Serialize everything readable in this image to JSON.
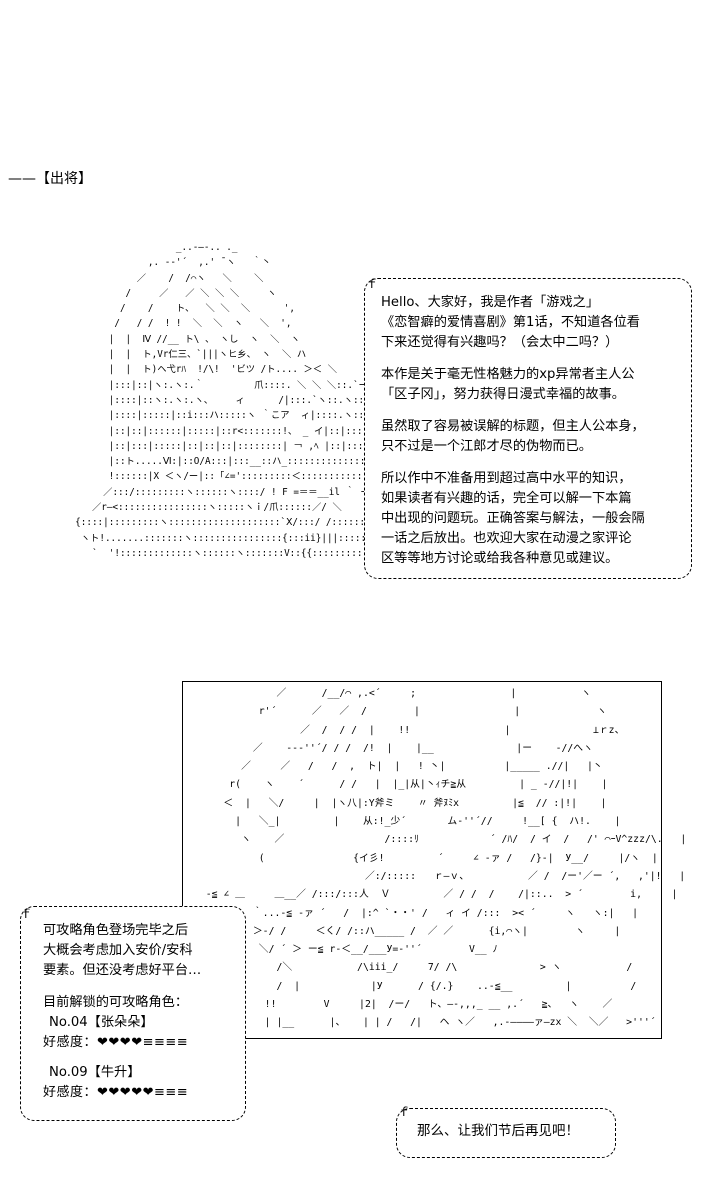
{
  "section_title": "——【出将】",
  "ascii_art": {
    "top_character": "                              _..-—-.. ._\n                         ,. -‐'´  ,.' ̄ ヽ   ｀丶\n                       ／    /  /⌒ヽ   ＼    ＼\n                     /     ／   ／ ＼ ＼ ＼     ヽ\n                    /    /    ト、  ＼ ＼  ＼      ',\n                   /   / /  ! !  ＼  ＼  ヽ   ＼  ',\n                  |  |  Ⅳ //__ ト\\ 、 ヽし  ヽ  ＼  ヽ\n                  |  |  ト,Vr仁三、`|||ヽヒ乡、 ヽ  ＼ ハ\n                  |  |  ト)ヘ弋rﾊ  !/\\!  'ビツ /ト.... ＞＜ ＼\n                  |:::|::|ヽ:.ヽ:.｀         爪::::. ＼ ＼ ＼::.`ー---- |\n                  |::::|::ヽ:.ヽ:.ヽ、    ィ      /|:::.`ヽ::.ヽ::.ヽ. ＼\n                  |::::|:::::|::i:::ハ:::::ヽ ｀こア  ィ|::::.ヽ:::.ヽ:::::ヽ  ＼ \\\n                  |::|::|::::::|:::::|::r<:::::::!、 _ イ|::|::::::ヽ::::.ヽ::::::ヽ:::ヽ二 \\\n                  |::|:::|:::::|::|::|::|::::::::| ￢ ,ﾍ |::|::::::ヽ:::::ヽ::::::ヽ:::::ヽ\n                  |::ト.....Ⅵ:|::O/A:::|:::__::ハ_:::::::::::::::::ヽ::::::ヽ::::::ヽ::::::ヽ\n                  !::::::|X ＜ヽ/ー|::「∠=':::::::::＜:::::::::::.＼::.ヽ.::::::.ヽ::::::ヽ::\n                 ／:::/:::::::::ヽ::::::ヽ::::/ ! F =＝＝__il ｀ ー- 、::.......ト:::::ヽ\n               ／r―<::::::::::::::::ヽ:::::ヽｉ/爪::::::／/ ＼      |:!:::ハ::::::|\n            {::::|:::::::::ヽ::::::::::::::::::::`Ⅹ/:::/ /:::::::ヽ::::::ヽ:::::::: / Y/    ,::::::::!    |::::::乂\n             ヽト!.......:::::::ヽ::::::::::::::::{:::ii}|||::::::::::::::}}:::::::::}::::/::: |  /::::/    /:::::\n               `  '!:::::::::::::ヽ::::::ヽ:::::::V::{{:::::::::::// :::/:::::::::/    レ::::/   ／/::::::/",
    "bottom_character": "               ／      /__/⌒ ,.<´     ;                |           ヽ\n            r'´      ／   ／  /        |                |             ヽ\n                   ／  /  / /  |    !!                |              ⊥ｒz、\n           ／    --‐''´/ / /  /!  |    |__              |ー    -//へヽ\n         ／     ／   /   /  ,  ト|  |   ! 丶|          |_____ .//|   |丶\n       r(    ヽ    ´      / /   |  |_|从|丶ｨチ≧从         | _ -//|!|    |\n      ＜  |   ＼/     |  |ヽ八|:Y斧ミ    〃 斧ﾇﾐx         |≦  // :|!|    |\n        |   ＼_|         |    从:!_少´       ム-''´//     !__[ {  ハ!.    |\n         ヽ    ／                 /::::ﾘ            ´ /ﾊ/  / イ  /   /' ⌒ｰV^zzz/\\.   |\n            (               {イ彡!         ´     ∠ -ァ /   /}-|  У__/     |/ヽ  |\n                              ／:/:::::   ｒ―ｖ、          ／ /  /ー'／ー ´,   ,'|!   |\n   -≦ ∠ ＿     ＿__／ /:::/:::人  Ｖ         ／ / /  /    /|::..  > ´        i,     |\n           ｀...-≦ -ァ ´   /  |:^ `・・' /   ィ イ /:::  >< ´     ヽ   ヽ:|   |\n           ＞-/ /     ＜く/ /::ハ_____ /  ／ ／      {i,⌒ヽ|        ヽ     |\n            ＼/ ´ ＞ ー≦ r-＜__/___У=-''´        V__ ﾉ\n               /＼           /\\iii_/     7/ /\\              > ヽ           /\n               /  |            |У      / {/.}    ..-≦__         |          /\n             !!        V     |2|  /ー/   ト、―-,,,_ __ ,.´   ≧、  ヽ    ／\n             | |__      |、   | | /   /|   ヘ ヽ／   ,.-――――ァ―zx ＼  ＼／   >'''´"
  },
  "intro_bubble": {
    "mark": "ｆ",
    "lines": [
      "Hello、大家好，我是作者「游戏之」",
      "《恋智癖的爱情喜剧》第1话，不知道各位看",
      "下来还觉得有兴趣吗？（会太中二吗？）",
      "",
      "本作是关于毫无性格魅力的xp异常者主人公",
      "「区子冈」，努力获得日漫式幸福的故事。",
      "",
      "虽然取了容易被误解的标题，但主人公本身，",
      "只不过是一个江郎才尽的伪物而已。",
      "",
      "所以作中不准备用到超过高中水平的知识，",
      "如果读者有兴趣的话，完全可以解一下本篇",
      "中出现的问题玩。正确答案与解法，一般会隔",
      "一话之后放出。也欢迎大家在动漫之家评论",
      "区等等地方讨论或给我各种意见或建议。"
    ]
  },
  "status_bubble": {
    "mark": "ｆ",
    "intro_lines": [
      "可攻略角色登场完毕之后",
      "大概会考虑加入安价/安科",
      "要素。但还没考虑好平台…"
    ],
    "unlocked_title": "目前解锁的可攻略角色：",
    "characters": [
      {
        "name": "No.04【张朵朵】",
        "affection_label": "好感度：",
        "hearts": "❤❤❤❤",
        "empty": "≡≡≡≡"
      },
      {
        "name": "No.09【牛升】",
        "affection_label": "好感度：",
        "hearts": "❤❤❤❤❤",
        "empty": "≡≡≡"
      }
    ]
  },
  "bye_bubble": {
    "mark": "ｆ",
    "text": "那么、让我们节后再见吧！"
  }
}
